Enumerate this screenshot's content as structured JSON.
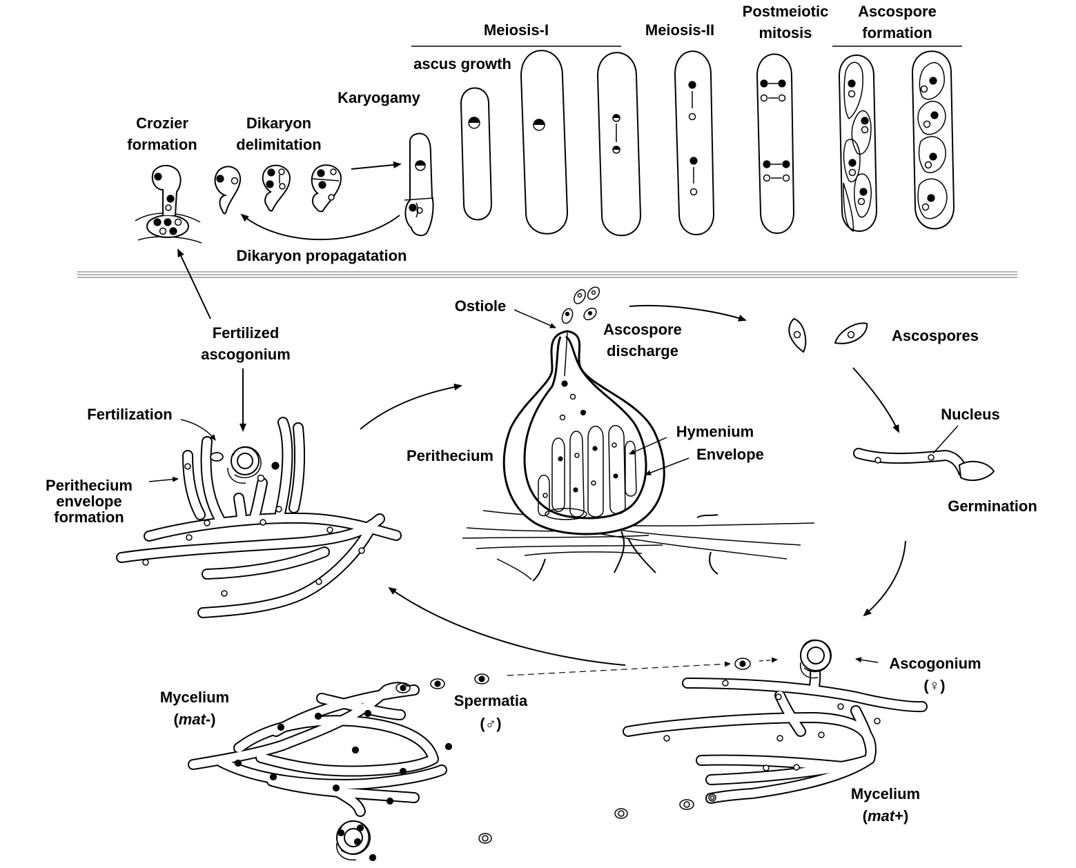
{
  "stages": {
    "meiosis_1": "Meiosis-I",
    "meiosis_2": "Meiosis-II",
    "postmeiotic_1": "Postmeiotic",
    "postmeiotic_2": "mitosis",
    "ascospore_formation_1": "Ascospore",
    "ascospore_formation_2": "formation",
    "ascus_growth": "ascus growth",
    "karyogamy": "Karyogamy",
    "crozier_1": "Crozier",
    "crozier_2": "formation",
    "dikaryon_delim_1": "Dikaryon",
    "dikaryon_delim_2": "delimitation",
    "dikaryon_propagation": "Dikaryon propagatation"
  },
  "labels": {
    "fertilized_1": "Fertilized",
    "fertilized_2": "ascogonium",
    "fertilization": "Fertilization",
    "envelope_formation_1": "Perithecium",
    "envelope_formation_2": "envelope",
    "envelope_formation_3": "formation",
    "ostiole": "Ostiole",
    "discharge_1": "Ascospore",
    "discharge_2": "discharge",
    "perithecium": "Perithecium",
    "hymenium": "Hymenium",
    "envelope": "Envelope",
    "ascospores": "Ascospores",
    "nucleus": "Nucleus",
    "germination": "Germination",
    "ascogonium": "Ascogonium",
    "female_symbol": "(♀)",
    "spermatia": "Spermatia",
    "male_symbol": "(♂)",
    "mycelium_minus_1": "Mycelium",
    "mycelium_minus_open": "(",
    "mycelium_minus_mat": "mat",
    "mycelium_minus_close": "-)",
    "mycelium_plus_1": "Mycelium",
    "mycelium_plus_open": "(",
    "mycelium_plus_mat": "mat",
    "mycelium_plus_close": "+)"
  }
}
